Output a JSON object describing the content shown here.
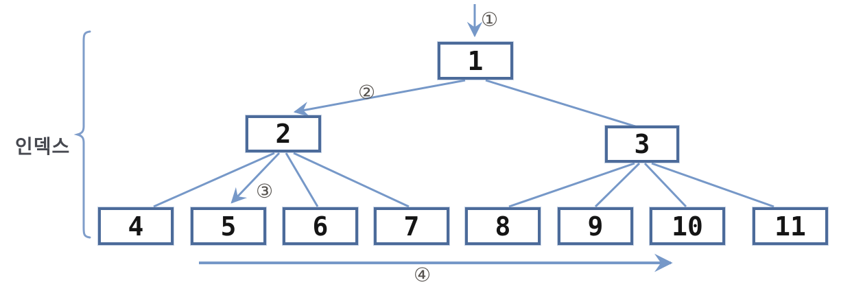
{
  "side_label": "인덱스",
  "nodes": [
    {
      "label": "1"
    },
    {
      "label": "2"
    },
    {
      "label": "3"
    },
    {
      "label": "4"
    },
    {
      "label": "5"
    },
    {
      "label": "6"
    },
    {
      "label": "7"
    },
    {
      "label": "8"
    },
    {
      "label": "9"
    },
    {
      "label": "10"
    },
    {
      "label": "11"
    }
  ],
  "steps": [
    {
      "label": "①"
    },
    {
      "label": "②"
    },
    {
      "label": "③"
    },
    {
      "label": "④"
    }
  ],
  "edges": [
    {
      "from": "start",
      "to": "1",
      "arrow": true,
      "step": "①"
    },
    {
      "from": "1",
      "to": "2",
      "arrow": true,
      "step": "②"
    },
    {
      "from": "1",
      "to": "3",
      "arrow": false
    },
    {
      "from": "2",
      "to": "4",
      "arrow": false
    },
    {
      "from": "2",
      "to": "5",
      "arrow": true,
      "step": "③"
    },
    {
      "from": "2",
      "to": "6",
      "arrow": false
    },
    {
      "from": "2",
      "to": "7",
      "arrow": false
    },
    {
      "from": "3",
      "to": "8",
      "arrow": false
    },
    {
      "from": "3",
      "to": "9",
      "arrow": false
    },
    {
      "from": "3",
      "to": "10",
      "arrow": false
    },
    {
      "from": "3",
      "to": "11",
      "arrow": false
    },
    {
      "from": "4",
      "to": "11",
      "arrow": true,
      "step": "④"
    }
  ],
  "colors": {
    "box_border": "#4c6b9a",
    "connector": "#7698c8",
    "brace": "#7f9dca",
    "node_text": "#151515",
    "step_text": "#55514d",
    "side_label_text": "#46484f"
  }
}
